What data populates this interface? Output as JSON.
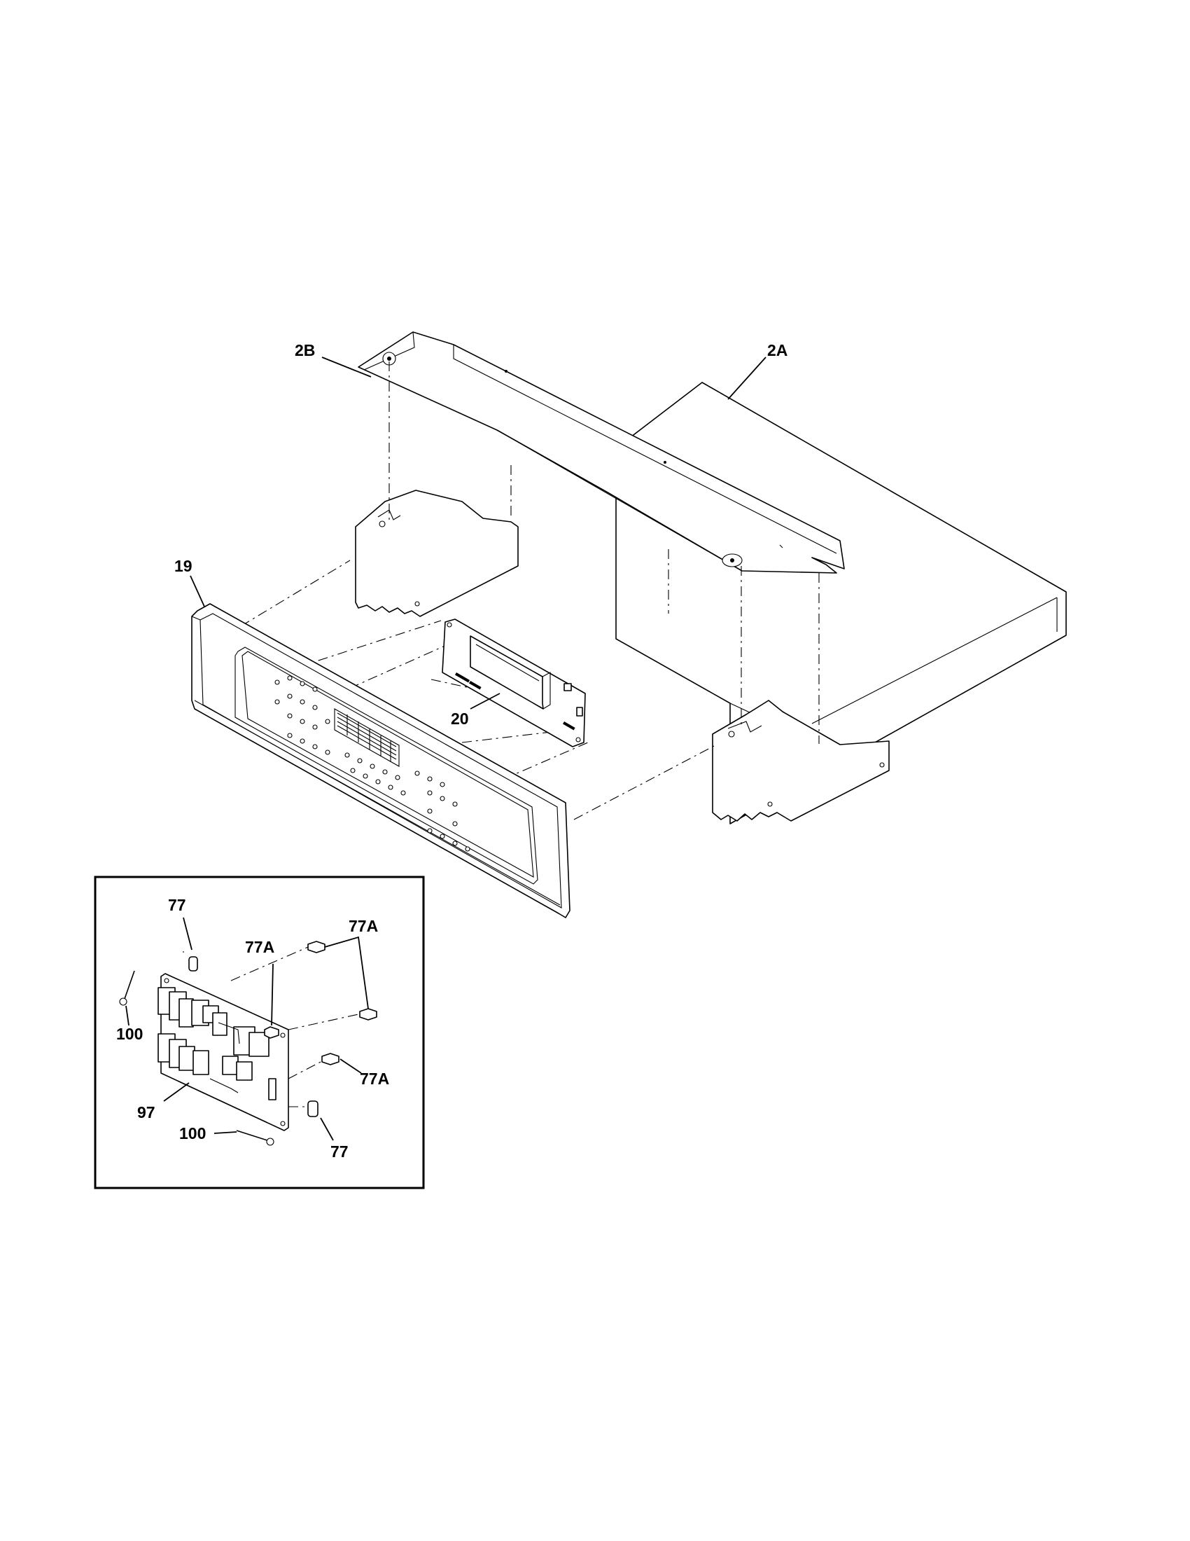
{
  "callouts": {
    "top_panel": "2B",
    "cabinet": "2A",
    "control_panel": "19",
    "display_board": "20",
    "inset_spacer_top": "77",
    "inset_standoff_left": "77A",
    "inset_standoff_right": "77A",
    "inset_standoff_bottom": "77A",
    "inset_screw_left": "100",
    "inset_relay_board": "97",
    "inset_screw_bottom": "100",
    "inset_spacer_bottom": "77"
  }
}
